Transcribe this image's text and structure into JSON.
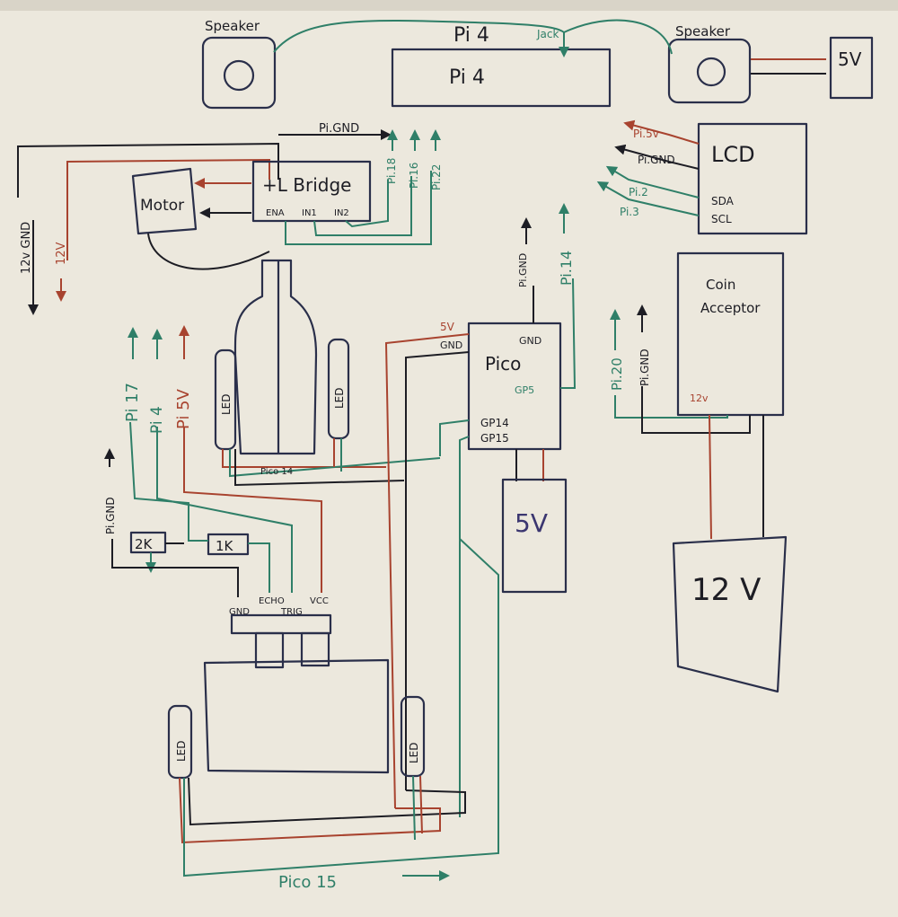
{
  "colors": {
    "board": "#ece8dd",
    "ink_black": "#1d1d24",
    "ink_red": "#a8432f",
    "ink_green": "#2f7f68",
    "ink_purple": "#3b3670"
  },
  "speaker_left": {
    "label": "Speaker"
  },
  "speaker_right": {
    "label": "Speaker"
  },
  "pi4": {
    "title_top": "Pi 4",
    "label": "Pi 4",
    "jack": "Jack"
  },
  "psu_5v_top": {
    "label": "5V"
  },
  "pi_gnd_top": "Pi.GND",
  "hbridge": {
    "label": "+L Bridge",
    "pins": [
      "ENA",
      "IN1",
      "IN2"
    ]
  },
  "motor": {
    "label": "Motor"
  },
  "pi_pins_top": [
    "Pi.18",
    "Pi.16",
    "Pi.22"
  ],
  "left_rail": {
    "gnd": "12v GND",
    "v12": "12V"
  },
  "lcd": {
    "label": "LCD",
    "sda": "SDA",
    "scl": "SCL"
  },
  "lcd_pins": {
    "p5v": "Pi.5v",
    "gnd": "Pi.GND",
    "p2": "Pi.2",
    "p3": "Pi.3"
  },
  "coin_acceptor": {
    "line1": "Coin",
    "line2": "Acceptor",
    "v12": "12v"
  },
  "pico": {
    "label": "Pico",
    "gnd": "GND",
    "gp5": "GP5",
    "gp14": "GP14",
    "gp15": "GP15",
    "in_5v": "5V",
    "in_gnd": "GND"
  },
  "pico_side_pins": {
    "gnd": "Pi.GND",
    "p14": "Pi.14",
    "p20": "Pi.20",
    "p20gnd": "Pi.GND"
  },
  "psu_5v_mid": {
    "label": "5V"
  },
  "psu_12v": {
    "label": "12 V"
  },
  "led_labels": {
    "l1": "LED",
    "l2": "LED",
    "l3": "LED",
    "l4": "LED"
  },
  "pico_14_label": "Pico 14",
  "pico_15_label": "Pico 15",
  "us_pins_left": {
    "p17": "Pi 17",
    "p4": "Pi 4",
    "p5v": "Pi 5V",
    "gnd": "Pi.GND"
  },
  "resistors": {
    "r2k": "2K",
    "r1k": "1K"
  },
  "ultrasonic": {
    "gnd": "GND",
    "echo": "ECHO",
    "trig": "TRIG",
    "vcc": "VCC"
  }
}
